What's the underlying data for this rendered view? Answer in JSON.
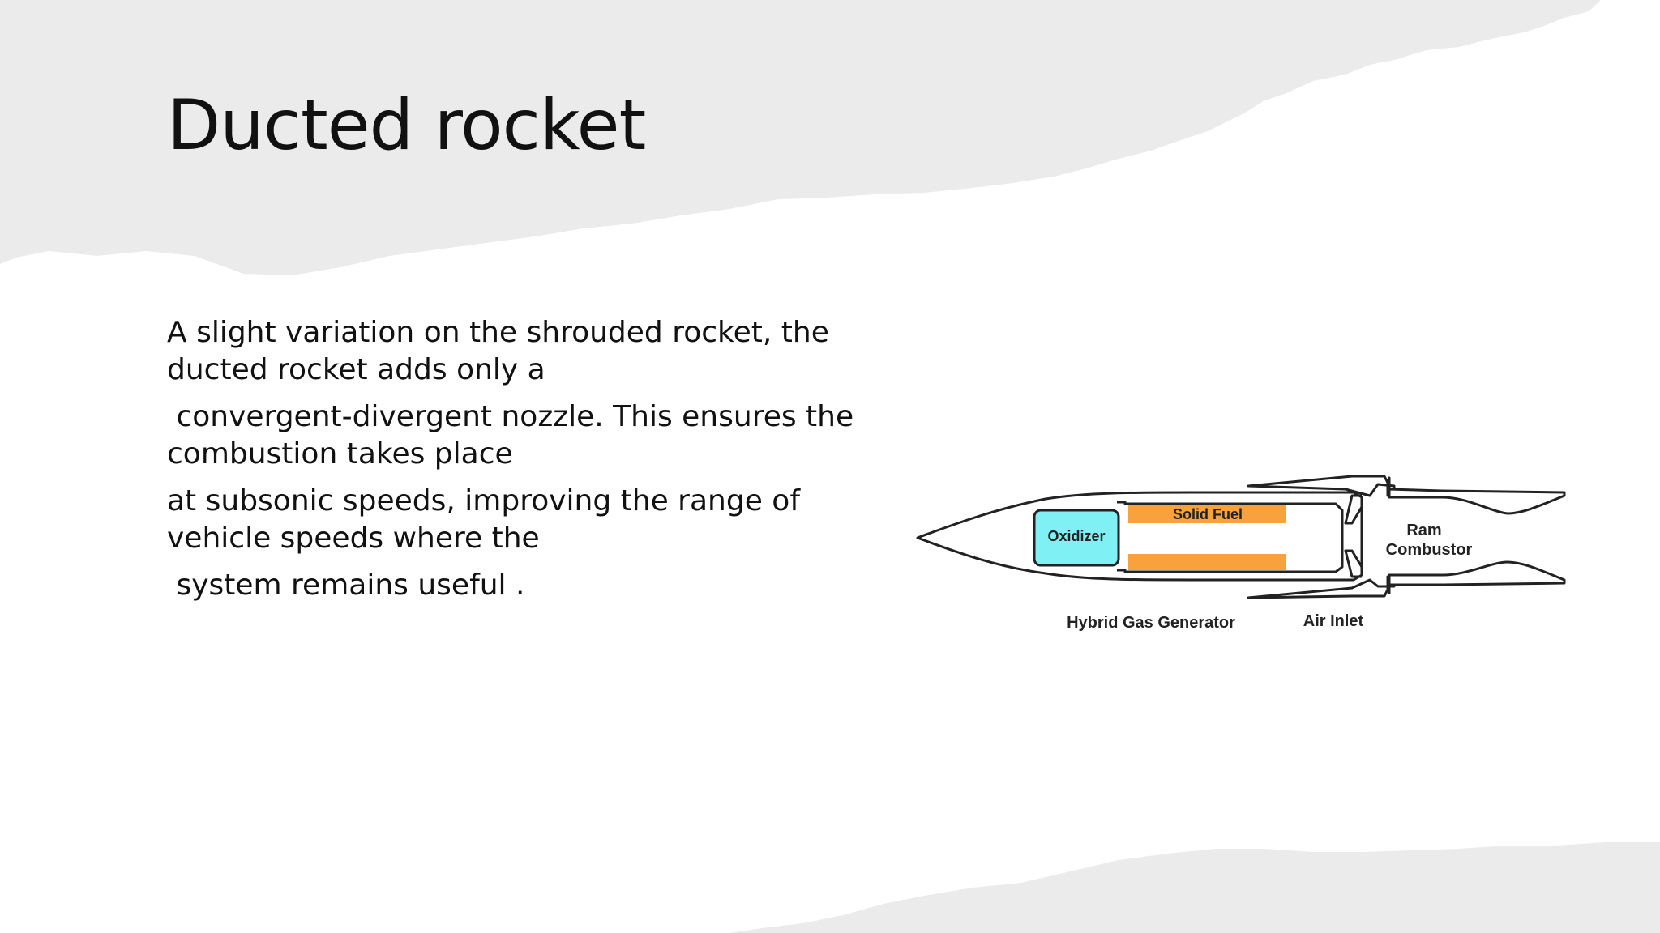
{
  "slide": {
    "title": "Ducted rocket",
    "paragraphs": [
      "A slight variation on the shrouded rocket, the ducted rocket adds only a",
      " convergent-divergent nozzle. This ensures the combustion takes place",
      "at subsonic speeds, improving the range of vehicle speeds where the",
      " system remains useful ."
    ]
  },
  "diagram": {
    "labels": {
      "oxidizer": "Oxidizer",
      "solid_fuel": "Solid Fuel",
      "ram": "Ram",
      "combustor": "Combustor",
      "hybrid_gas_generator": "Hybrid Gas Generator",
      "air_inlet": "Air Inlet"
    },
    "colors": {
      "oxidizer_fill": "#7ff0f4",
      "fuel_fill": "#f7a23c",
      "outline": "#222222"
    }
  },
  "colors": {
    "background": "#ffffff",
    "torn_paper": "#ebebeb",
    "text": "#111111"
  }
}
